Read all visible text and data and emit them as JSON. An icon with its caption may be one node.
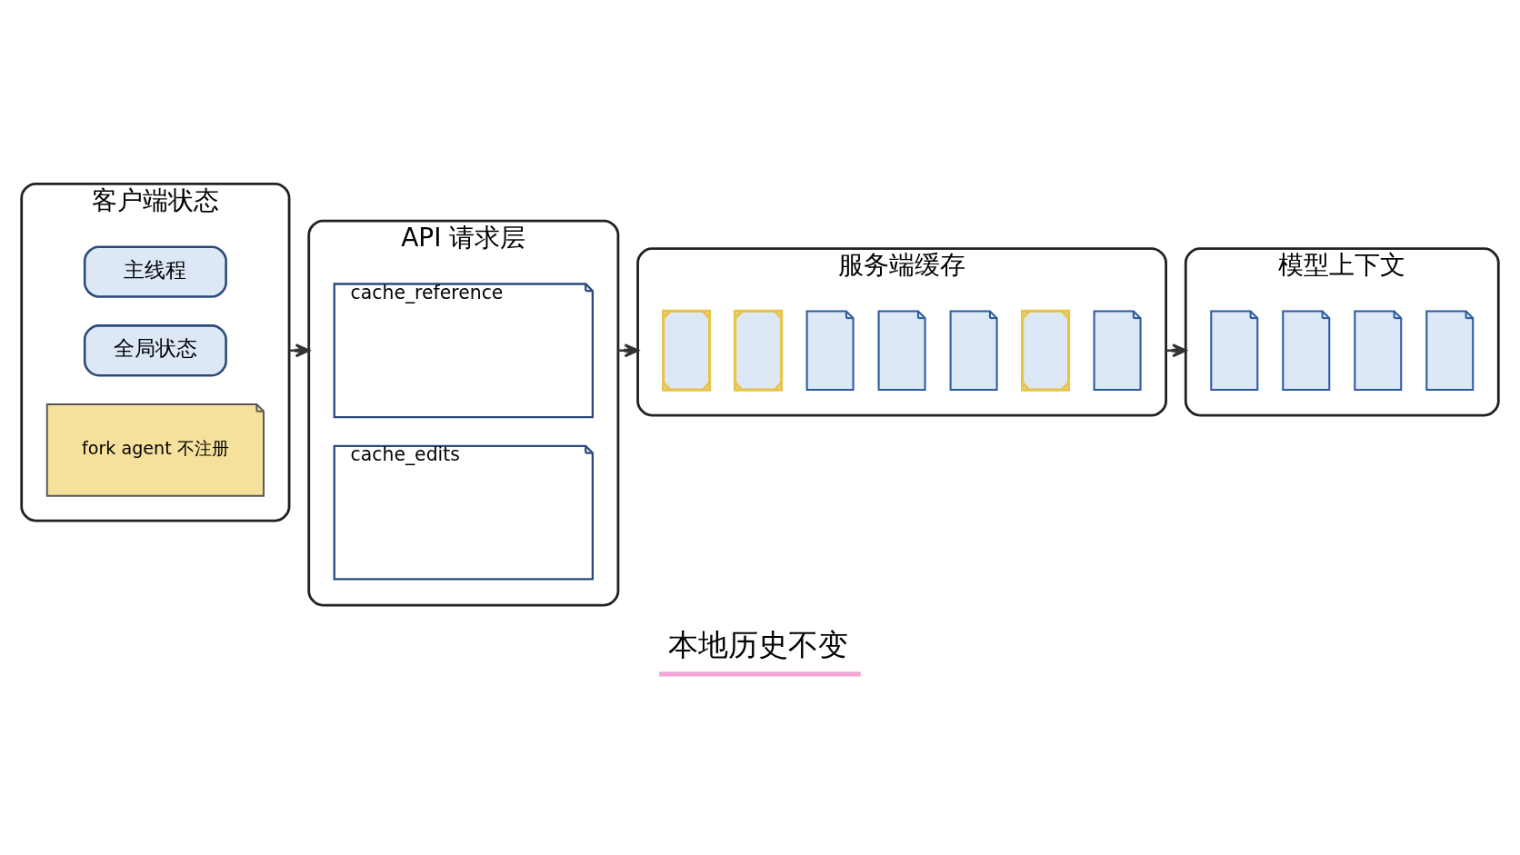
{
  "diagram": {
    "caption": "本地历史不变",
    "nodes": [
      {
        "text": [
          "客户端状态"
        ]
      },
      {
        "text": [
          "主线程"
        ],
        "in": 0
      },
      {
        "text": [
          "全局状态"
        ],
        "in": 0
      },
      {
        "text": [
          "fork agent 不注册"
        ],
        "in": 0
      },
      {
        "text": [
          "API 请求层"
        ]
      },
      {
        "text": [
          "cache_reference"
        ],
        "in": 4
      },
      {
        "text": [
          "cache_edits"
        ],
        "in": 4
      },
      {
        "text": [
          "服务端缓存"
        ]
      },
      {
        "text": [],
        "shape": "document",
        "in": 7
      },
      {
        "text": [],
        "shape": "document",
        "in": 7
      },
      {
        "text": [],
        "shape": "document",
        "in": 7
      },
      {
        "text": [],
        "shape": "document",
        "in": 7
      },
      {
        "text": [],
        "shape": "document",
        "in": 7
      },
      {
        "text": [],
        "shape": "document",
        "in": 7
      },
      {
        "text": [],
        "shape": "document",
        "in": 7
      },
      {
        "text": [
          "模型上下文"
        ]
      },
      {
        "text": [],
        "shape": "document",
        "in": 15
      },
      {
        "text": [],
        "shape": "document",
        "in": 15
      },
      {
        "text": [],
        "shape": "document",
        "in": 15
      },
      {
        "text": [],
        "shape": "document",
        "in": 15
      }
    ],
    "edges": [
      {
        "from": 0,
        "to": 4,
        "arrow": "to"
      },
      {
        "from": 4,
        "to": 7,
        "arrow": "to"
      },
      {
        "from": 7,
        "to": 15,
        "arrow": "to"
      }
    ]
  }
}
